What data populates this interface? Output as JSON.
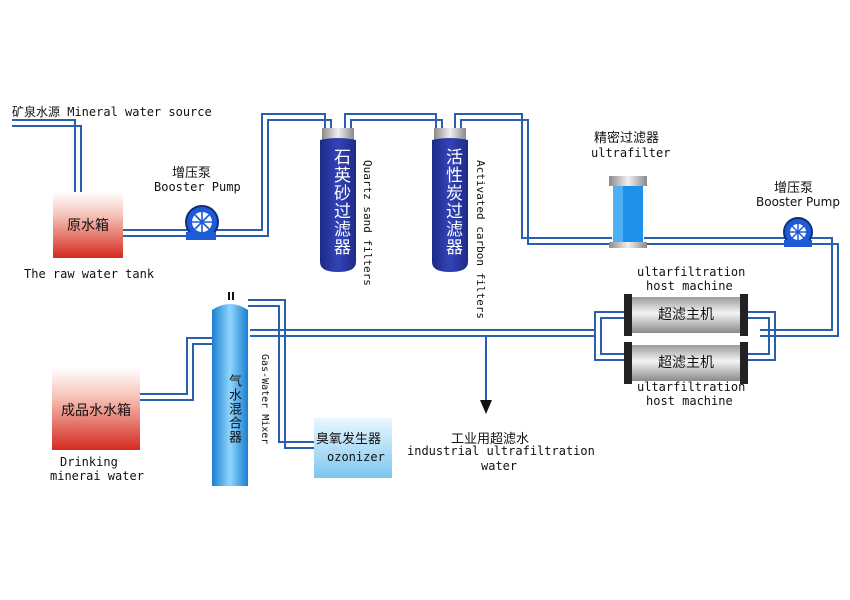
{
  "source": {
    "label": "矿泉水源 Mineral water source"
  },
  "raw_tank": {
    "cn": "原水箱",
    "en": "The raw water tank"
  },
  "booster_pump_1": {
    "cn": "增压泵",
    "en": "Booster Pump"
  },
  "quartz_filter": {
    "cn": "石英砂过滤器",
    "en": "Quartz sand filters"
  },
  "carbon_filter": {
    "cn": "活性炭过滤器",
    "en": "Activated carbon filters"
  },
  "microfilter": {
    "cn": "精密过滤器",
    "en": "ultrafilter"
  },
  "booster_pump_2": {
    "cn": "增压泵",
    "en": "Booster Pump"
  },
  "uf_machine_1": {
    "label": "超滤主机",
    "en_line1": "ultarfiltration",
    "en_line2": "host machine"
  },
  "uf_machine_2": {
    "label": "超滤主机",
    "en_line1": "ultarfiltration",
    "en_line2": "host machine"
  },
  "industrial_output": {
    "cn": "工业用超滤水",
    "en_line1": "industrial ultrafiltration",
    "en_line2": "water"
  },
  "product_tank": {
    "cn": "成品水水箱",
    "en_line1": "Drinking",
    "en_line2": "minerai water"
  },
  "gas_water_mixer": {
    "cn": "气水混合器",
    "en": "Gas-Water Mixer"
  },
  "ozonizer": {
    "cn": "臭氧发生器",
    "en": "ozonizer"
  },
  "colors": {
    "pipe": "#2a5fb0",
    "pump": "#1f5bd6",
    "filter_vessel": "#2a3aa0",
    "tank_top": "#ffffff",
    "tank_bottom": "#d42a1e",
    "ozonizer": "#9fd6f5",
    "mixer": "#35a8e8"
  }
}
